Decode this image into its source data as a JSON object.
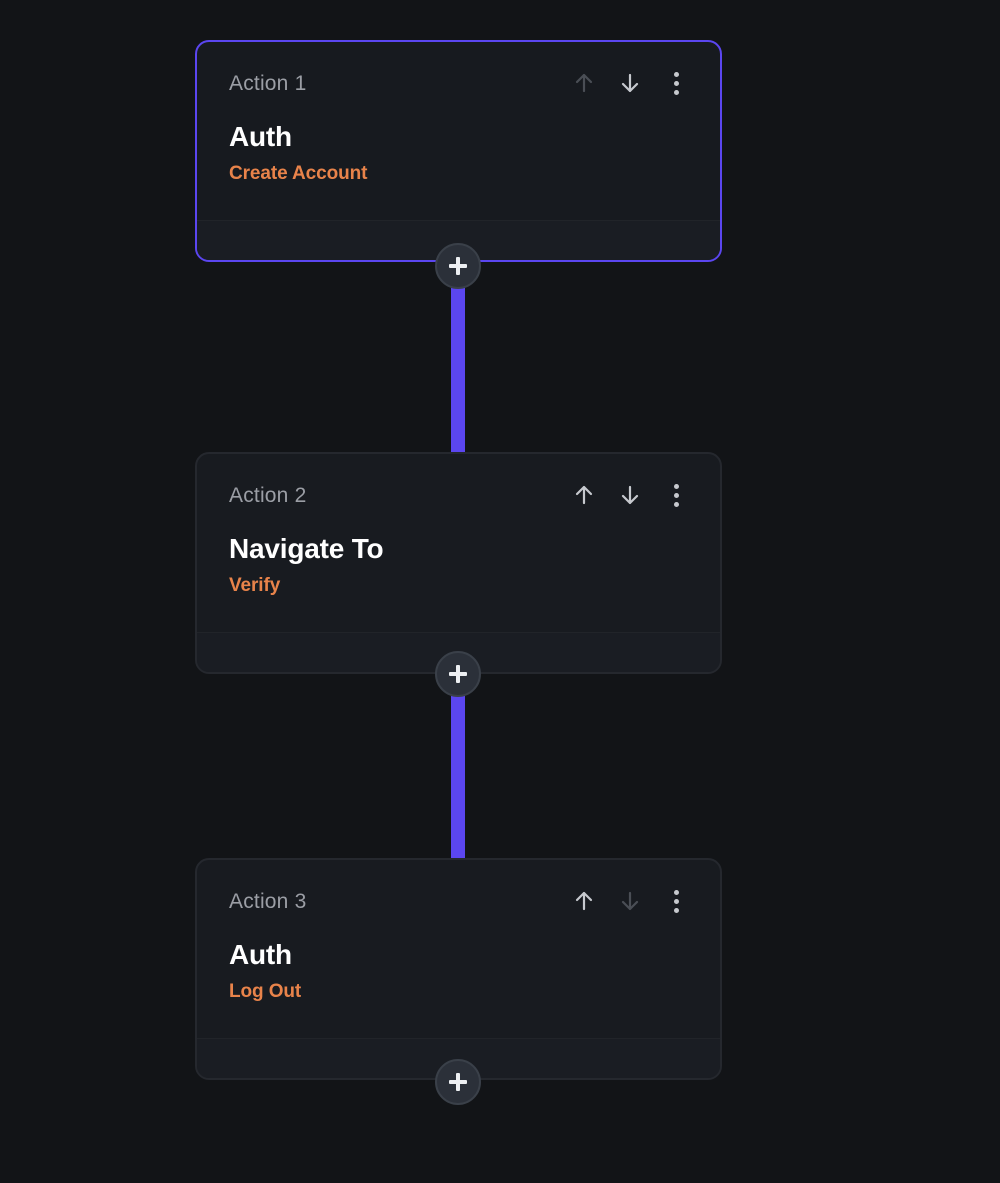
{
  "theme": {
    "background": "#121417",
    "card_background": "#181B20",
    "card_border": "#25282E",
    "selected_border": "#5B46F0",
    "connector": "#5B46F0",
    "accent_orange": "#E8834A",
    "title_color": "#FFFFFF",
    "label_color": "#9B9EA5",
    "icon_enabled": "#C6C9CE",
    "icon_disabled": "#4A4E55",
    "add_button_fill": "#2B3039"
  },
  "flow": {
    "add_button_label": "+",
    "nodes": [
      {
        "index_label": "Action 1",
        "title": "Auth",
        "subtitle": "Create Account",
        "selected": true,
        "move_up_icon": "arrow-up-icon",
        "move_down_icon": "arrow-down-icon",
        "menu_icon": "kebab-menu-icon",
        "move_up_enabled": false,
        "move_down_enabled": true,
        "has_connector_below": true
      },
      {
        "index_label": "Action 2",
        "title": "Navigate To",
        "subtitle": "Verify",
        "selected": false,
        "move_up_icon": "arrow-up-icon",
        "move_down_icon": "arrow-down-icon",
        "menu_icon": "kebab-menu-icon",
        "move_up_enabled": true,
        "move_down_enabled": true,
        "has_connector_below": true
      },
      {
        "index_label": "Action 3",
        "title": "Auth",
        "subtitle": "Log Out",
        "selected": false,
        "move_up_icon": "arrow-up-icon",
        "move_down_icon": "arrow-down-icon",
        "menu_icon": "kebab-menu-icon",
        "move_up_enabled": true,
        "move_down_enabled": false,
        "has_connector_below": false
      }
    ]
  }
}
